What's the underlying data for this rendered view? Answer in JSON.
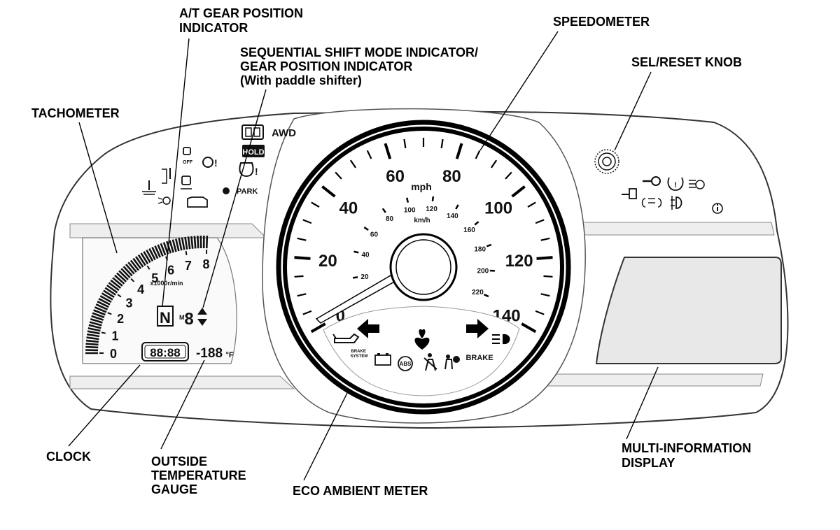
{
  "labels": {
    "at_gear": [
      "A/T GEAR POSITION",
      "INDICATOR"
    ],
    "sequential": [
      "SEQUENTIAL SHIFT MODE INDICATOR/",
      "GEAR POSITION INDICATOR",
      "(With paddle shifter)"
    ],
    "speedometer": "SPEEDOMETER",
    "sel_reset": "SEL/RESET KNOB",
    "tachometer": "TACHOMETER",
    "clock": "CLOCK",
    "outside_temp": [
      "OUTSIDE",
      "TEMPERATURE",
      "GAUGE"
    ],
    "eco_ambient": "ECO AMBIENT METER",
    "multi_info": [
      "MULTI-INFORMATION",
      "DISPLAY"
    ]
  },
  "speedometer": {
    "unit_mph": "mph",
    "unit_kmh": "km/h",
    "mph_ticks": [
      "0",
      "20",
      "40",
      "60",
      "80",
      "100",
      "120",
      "140"
    ],
    "kmh_ticks": [
      "20",
      "40",
      "60",
      "80",
      "100",
      "120",
      "140",
      "160",
      "180",
      "200",
      "220"
    ]
  },
  "tachometer": {
    "ticks": [
      "0",
      "1",
      "2",
      "3",
      "4",
      "5",
      "6",
      "7",
      "8"
    ],
    "unit": "x1000r/min"
  },
  "indicators": {
    "awd": "AWD",
    "hold": "HOLD",
    "park": "PARK",
    "brake": "BRAKE",
    "brake_system": [
      "BRAKE",
      "SYSTEM"
    ],
    "abs": "ABS",
    "off": "OFF",
    "gear_m": "M",
    "gear_digit": "8",
    "at_gear_letter": "N",
    "temp_unit": "°F",
    "temp_value": "-188",
    "clock_value": "88:88"
  },
  "icons": [
    "tachometer-icon",
    "awd-icon",
    "hold-icon",
    "traction-off-icon",
    "tpms-icon",
    "coolant-icon",
    "check-engine-icon",
    "parking-brake-icon",
    "key-icon",
    "trailer-icon",
    "tire-pressure-icon",
    "auto-high-beam-icon",
    "light-on-icon",
    "fog-light-icon",
    "info-icon",
    "oil-icon",
    "turn-left-icon",
    "turn-right-icon",
    "eco-leaf-icon",
    "battery-icon",
    "abs-icon",
    "seatbelt-icon",
    "airbag-icon",
    "high-beam-icon",
    "sel-reset-knob-icon"
  ]
}
